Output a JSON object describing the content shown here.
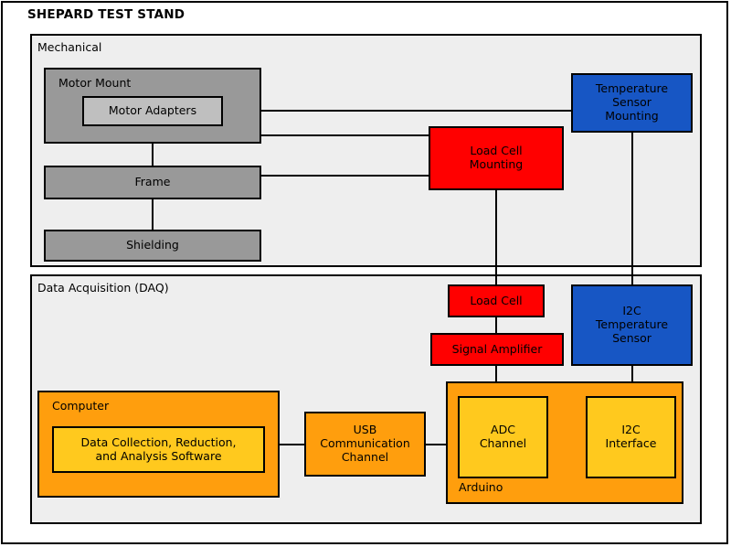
{
  "diagram": {
    "title": "SHEPARD TEST STAND",
    "colors": {
      "grey": "#999999",
      "light_grey": "#bfbfbf",
      "red": "#ff0000",
      "blue": "#1756c4",
      "orange": "#ff9e0d",
      "yellow": "#ffc91e",
      "group_background": "#eeeeee",
      "stroke": "#000000"
    },
    "groups": [
      {
        "id": "mechanical",
        "label": "Mechanical"
      },
      {
        "id": "daq",
        "label": "Data Acquisition (DAQ)"
      }
    ],
    "nodes": {
      "motor_mount": "Motor Mount",
      "motor_adapters": "Motor Adapters",
      "frame": "Frame",
      "shielding": "Shielding",
      "load_cell_mounting": "Load Cell\nMounting",
      "load_cell_mounting_line1": "Load Cell",
      "load_cell_mounting_line2": "Mounting",
      "temperature_sensor_mounting_line1": "Temperature",
      "temperature_sensor_mounting_line2": "Sensor",
      "temperature_sensor_mounting_line3": "Mounting",
      "load_cell": "Load Cell",
      "signal_amplifier": "Signal Amplifier",
      "i2c_temperature_sensor_line1": "I2C",
      "i2c_temperature_sensor_line2": "Temperature",
      "i2c_temperature_sensor_line3": "Sensor",
      "computer": "Computer",
      "software_line1": "Data Collection, Reduction,",
      "software_line2": "and Analysis Software",
      "usb_line1": "USB",
      "usb_line2": "Communication",
      "usb_line3": "Channel",
      "arduino": "Arduino",
      "adc_channel_line1": "ADC",
      "adc_channel_line2": "Channel",
      "i2c_interface_line1": "I2C",
      "i2c_interface_line2": "Interface"
    }
  }
}
